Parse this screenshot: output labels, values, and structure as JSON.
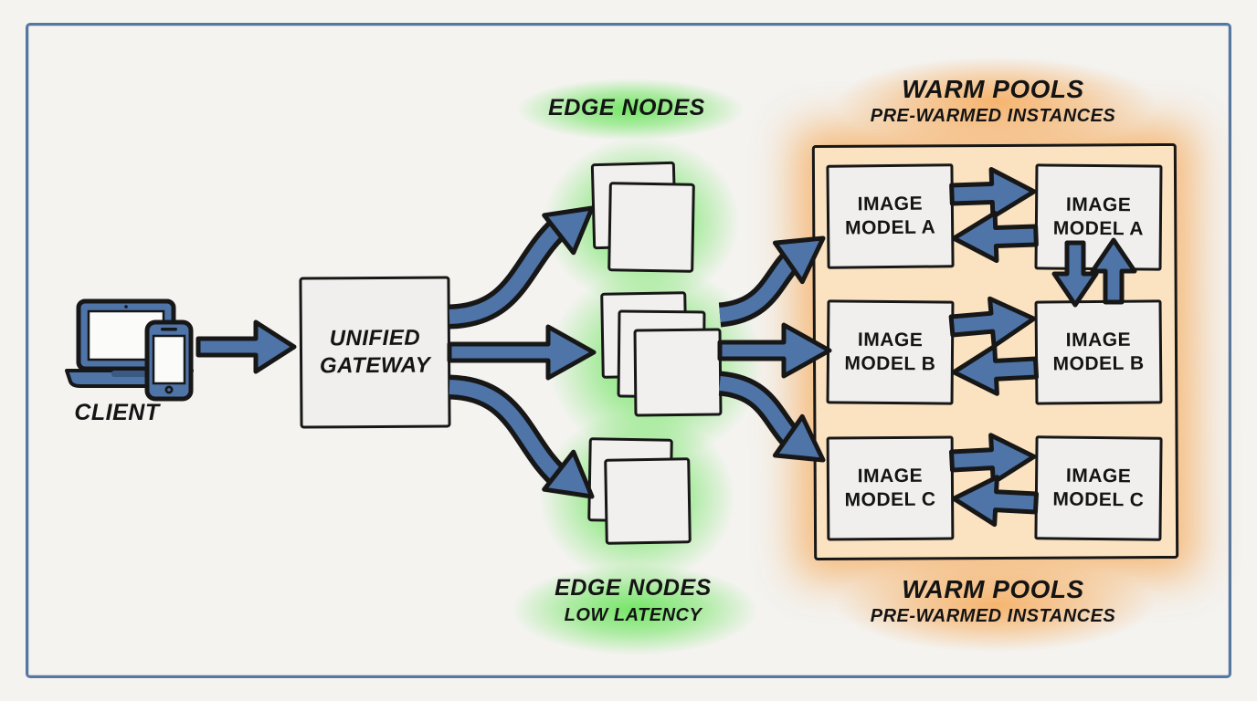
{
  "colors": {
    "paper": "#f4f3f0",
    "frame_blue": "#56779f",
    "arrow_blue": "#4f74a8",
    "outline_black": "#171717",
    "box_gray": "#f0efee",
    "warm_pool_fill": "#fbe3c1",
    "green_glow": "#6ee55f",
    "orange_glow": "#f6b269"
  },
  "client": {
    "label": "CLIENT"
  },
  "gateway": {
    "label": "UNIFIED GATEWAY"
  },
  "edge_nodes": {
    "top": {
      "label": "EDGE NODES"
    },
    "bottom": {
      "label": "EDGE NODES",
      "sublabel": "LOW LATENCY"
    }
  },
  "warm_pools": {
    "top": {
      "title": "WARM POOLS",
      "subtitle": "PRE-WARMED INSTANCES"
    },
    "bottom": {
      "title": "WARM POOLS",
      "subtitle": "PRE-WARMED INSTANCES"
    },
    "models": {
      "left": [
        "IMAGE MODEL A",
        "IMAGE MODEL B",
        "IMAGE MODEL C"
      ],
      "right": [
        "IMAGE MODEL A",
        "IMAGE MODEL B",
        "IMAGE MODEL C"
      ]
    }
  }
}
